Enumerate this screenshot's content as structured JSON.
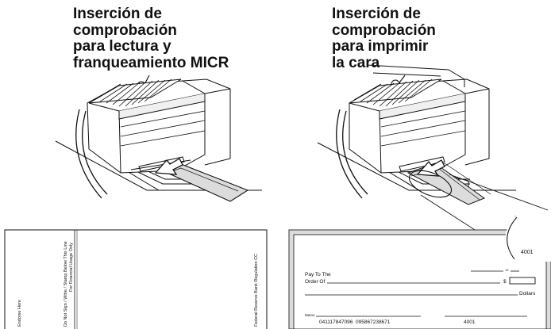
{
  "left_panel": {
    "caption": "Inserción de\ncomprobación\npara lectura y\nfranqueamiento MICR",
    "check_back": {
      "endorse_label": "Endorse Here",
      "do_not_sign_line1": "Do Not Sign / Write / Stamp Below This Line",
      "do_not_sign_line2": "For Financial Usage Only",
      "regulation_label": "Federal Reserve Bank Regulation CC"
    }
  },
  "right_panel": {
    "caption": "Inserción de\ncomprobación\npara imprimir\nla cara",
    "check_front": {
      "check_number": "4001",
      "date_year_prefix": "19",
      "pay_to_line1": "Pay To The",
      "pay_to_line2": "Order Of",
      "dollar_sign": "$",
      "dollars_label": "Dollars",
      "memo_label": "Memo",
      "micr_line": "041117847096  095867238671",
      "micr_check_number": "4001"
    }
  },
  "colors": {
    "ink": "#111111",
    "check_fill": "#dcdcdc",
    "check_outline": "#555555"
  }
}
